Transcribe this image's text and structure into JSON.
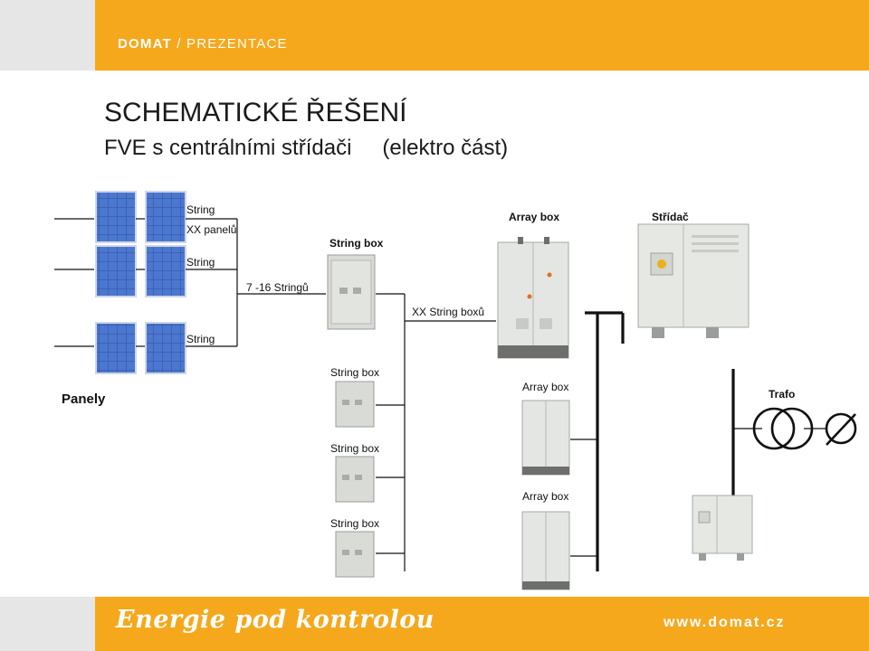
{
  "header": {
    "brand": "DOMAT",
    "brand_suffix": "/ PREZENTACE"
  },
  "title": "SCHEMATICKÉ ŘEŠENÍ",
  "subtitle_left": "FVE s centrálními střídači",
  "subtitle_right": "(elektro část)",
  "labels": {
    "string_1": "String",
    "xx_panels": "XX panelů",
    "string_2": "String",
    "string_3": "String",
    "string_box_main": "String box",
    "stringu_count": "7 -16 Stringů",
    "array_box_main": "Array box",
    "stridac": "Střídač",
    "xx_string_boxes": "XX String boxů",
    "panely": "Panely",
    "string_box_1": "String box",
    "string_box_2": "String box",
    "string_box_3": "String box",
    "array_box_1": "Array box",
    "array_box_2": "Array box",
    "trafo": "Trafo"
  },
  "footer": {
    "slogan": "Energie pod kontrolou",
    "url": "www.domat.cz"
  },
  "colors": {
    "accent": "#f6a81c",
    "panel_blue": "#3b63b8",
    "cabinet_grey": "#d8dbd6"
  }
}
